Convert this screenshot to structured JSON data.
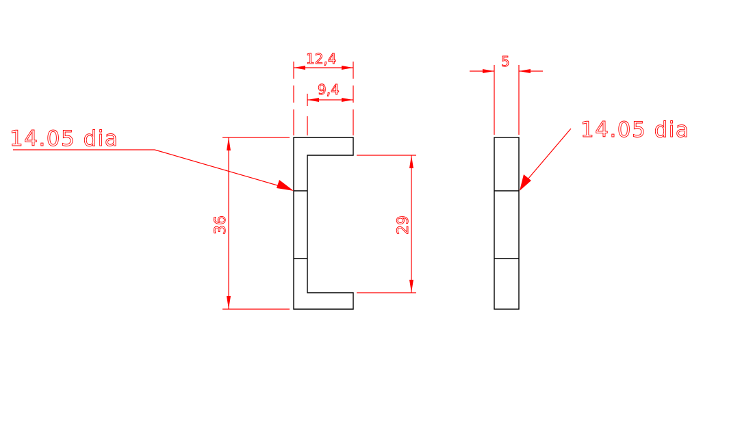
{
  "drawing": {
    "type": "technical-drawing",
    "units": "mm",
    "colors": {
      "background": "#ffffff",
      "geometry": "#000000",
      "dimensions": "#ff0000"
    },
    "views": [
      {
        "name": "front-view",
        "shape": "C-channel",
        "dimensions": {
          "overall_width": "12,4",
          "inner_width": "9,4",
          "overall_height": "36",
          "inner_height": "29"
        },
        "callout": "14.05 dia"
      },
      {
        "name": "side-view",
        "shape": "rectangular bar",
        "dimensions": {
          "thickness": "5"
        },
        "callout": "14.05 dia"
      }
    ]
  },
  "labels": {
    "dim_overall_width": "12,4",
    "dim_inner_width": "9,4",
    "dim_overall_height": "36",
    "dim_inner_height": "29",
    "dim_thickness": "5",
    "callout_left": "14.05 dia",
    "callout_right": "14.05 dia"
  }
}
